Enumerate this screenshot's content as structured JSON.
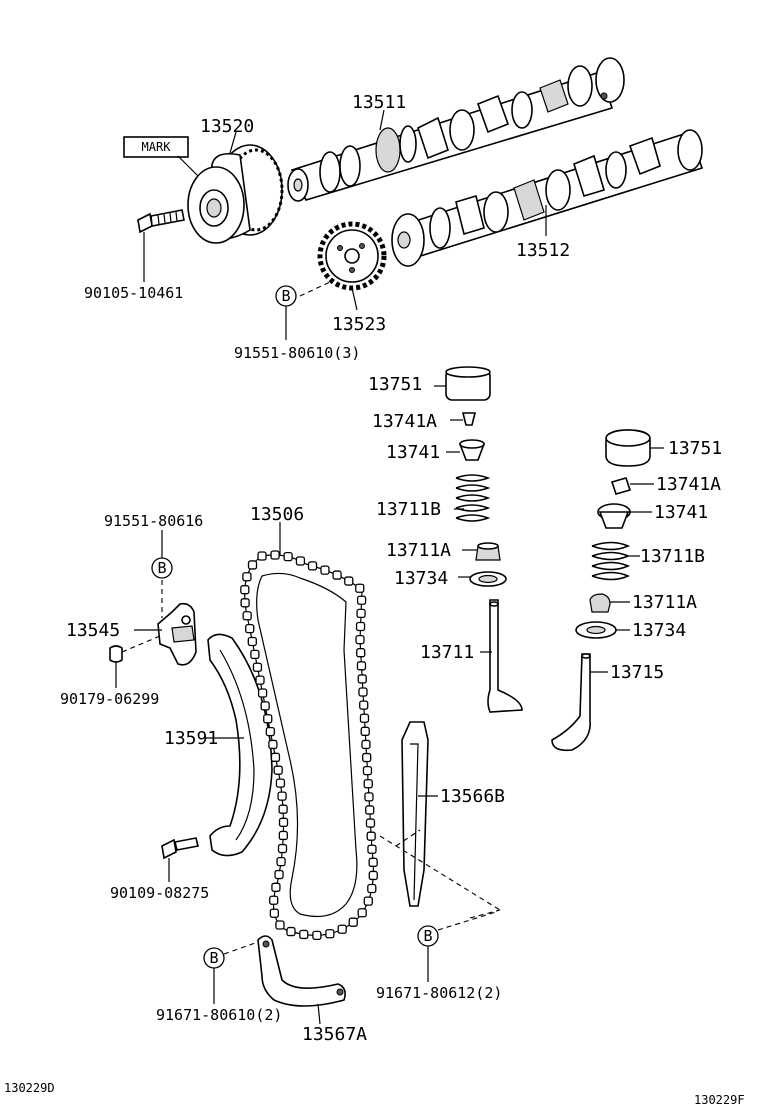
{
  "diagram": {
    "labels": {
      "mark": "MARK",
      "p13520": "13520",
      "p13511": "13511",
      "p13512": "13512",
      "p13523": "13523",
      "p90105": "90105-10461",
      "b1": "B",
      "p91551_610": "91551-80610(3)",
      "p13751_top": "13751",
      "p13741A_top": "13741A",
      "p13741_top": "13741",
      "p13711B_top": "13711B",
      "p13711A_top": "13711A",
      "p13734_top": "13734",
      "p13711": "13711",
      "p13751_r": "13751",
      "p13741A_r": "13741A",
      "p13741_r": "13741",
      "p13711B_r": "13711B",
      "p13711A_r": "13711A",
      "p13734_r": "13734",
      "p13715": "13715",
      "p91551_616": "91551-80616",
      "b2": "B",
      "p13506": "13506",
      "p13545": "13545",
      "p90179": "90179-06299",
      "p13591": "13591",
      "p13566B": "13566B",
      "p90109": "90109-08275",
      "b3": "B",
      "b4": "B",
      "p91671_610": "91671-80610(2)",
      "p91671_612": "91671-80612(2)",
      "p13567A": "13567A",
      "code_left": "130229D",
      "code_right": "130229F"
    }
  }
}
